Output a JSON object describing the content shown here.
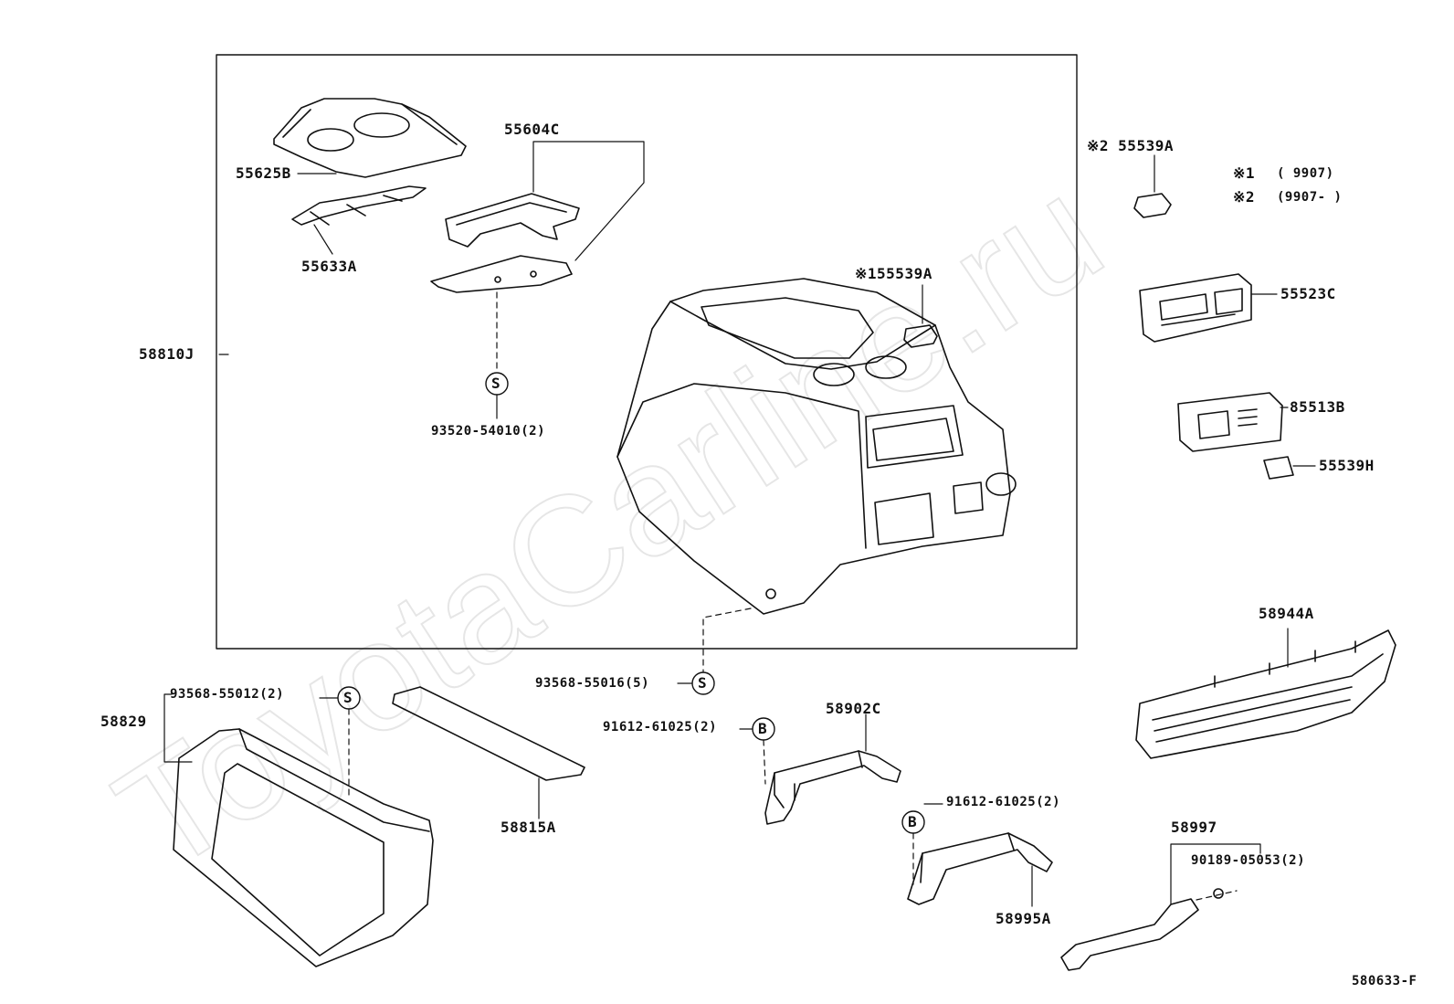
{
  "watermark": "ToyotaCarline.ru",
  "figure_code": "580633-F",
  "notes": [
    {
      "mark": "※1",
      "range": "(        9907)"
    },
    {
      "mark": "※2",
      "range": "(9907-        )"
    }
  ],
  "parts": {
    "p55625B": "55625B",
    "p55633A": "55633A",
    "p55604C": "55604C",
    "p58810J": "58810J",
    "p93520": "93520-54010(2)",
    "p1_55539A": "※155539A",
    "p2_55539A": "※2 55539A",
    "p55523C": "55523C",
    "p85513B": "85513B",
    "p55539H": "55539H",
    "p58944A": "58944A",
    "p93568_55016": "93568-55016(5)",
    "p93568_55012": "93568-55012(2)",
    "p58829": "58829",
    "p58815A": "58815A",
    "p91612_a": "91612-61025(2)",
    "p58902C": "58902C",
    "p91612_b": "91612-61025(2)",
    "p58995A": "58995A",
    "p58997": "58997",
    "p90189": "90189-05053(2)"
  },
  "markers": {
    "screw": "S",
    "bolt": "B"
  }
}
